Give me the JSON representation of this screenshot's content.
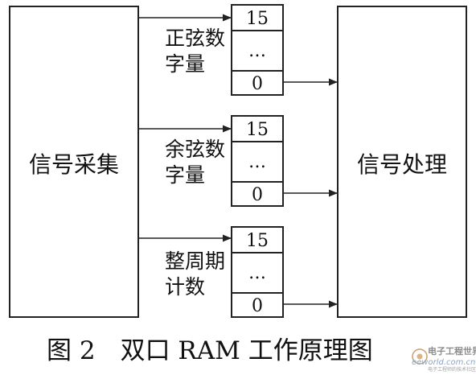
{
  "blocks": {
    "left": "信号采集",
    "right": "信号处理"
  },
  "rams": [
    {
      "top": "15",
      "mid": "…",
      "bottom": "0",
      "line1": "正弦数",
      "line2": "字量"
    },
    {
      "top": "15",
      "mid": "…",
      "bottom": "0",
      "line1": "余弦数",
      "line2": "字量"
    },
    {
      "top": "15",
      "mid": "…",
      "bottom": "0",
      "line1": "整周期",
      "line2": "计数"
    }
  ],
  "caption": "图 2　双口 RAM 工作原理图",
  "watermark": {
    "line1": "电子工程世界",
    "line2": "eeworld.com.cn",
    "line3": "电子工程师的技术社区"
  }
}
